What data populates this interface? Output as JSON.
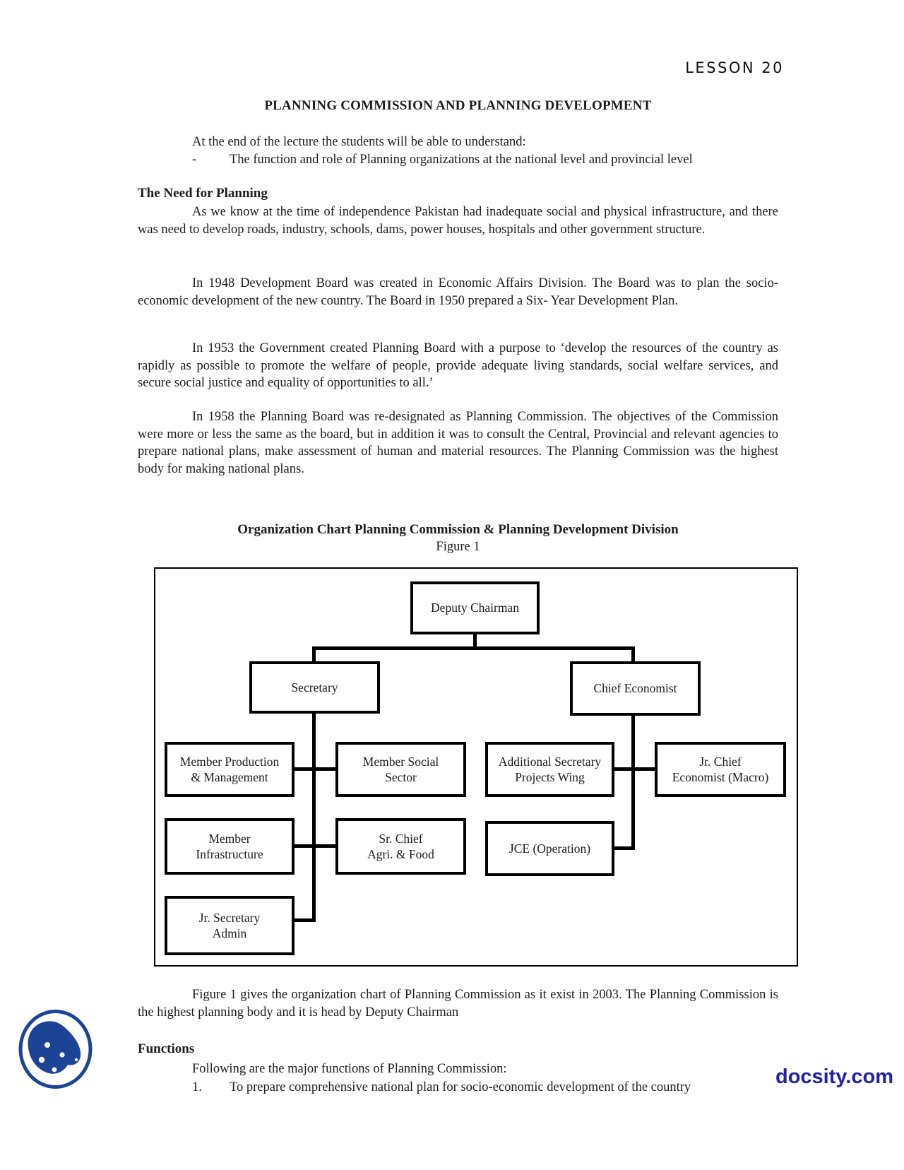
{
  "page": {
    "lesson_label": "LESSON 20",
    "title": "PLANNING COMMISSION AND PLANNING DEVELOPMENT"
  },
  "objectives": {
    "intro": "At the end of the lecture the students will be able to understand:",
    "bullet_marker": "-",
    "bullet_text": "The function and role of Planning organizations at the national level and provincial level"
  },
  "need_section": {
    "heading": "The Need for Planning",
    "para1": "As we know at the time of independence Pakistan had inadequate social and physical infrastructure, and there was need to develop roads, industry, schools, dams, power houses, hospitals and other government structure.",
    "para2": "In 1948 Development Board was created in Economic Affairs Division. The Board was to plan the socio-economic development of the new country. The Board in 1950 prepared a Six- Year Development Plan.",
    "para3": "In 1953 the Government created Planning Board with a purpose to ‘develop the resources of the country as rapidly as possible to promote the welfare of people, provide adequate living standards, social welfare services, and secure social justice and equality of opportunities to all.’",
    "para4": "In 1958 the Planning Board was re-designated as Planning Commission. The objectives of the Commission were more or less the same as the board, but in addition it was to consult the Central, Provincial and relevant agencies to prepare national plans, make assessment of human and material resources. The Planning Commission was the highest body for making national plans."
  },
  "figure": {
    "title": "Organization Chart Planning Commission & Planning Development Division",
    "label": "Figure 1",
    "nodes": {
      "deputy_chairman": "Deputy Chairman",
      "secretary": "Secretary",
      "chief_economist": "Chief Economist",
      "member_production": "Member Production\n& Management",
      "member_social": "Member Social\nSector",
      "additional_secretary": "Additional Secretary\nProjects Wing",
      "jr_chief_economist": "Jr. Chief\nEconomist (Macro)",
      "member_infrastructure": "Member\nInfrastructure",
      "sr_chief_agri": "Sr. Chief\nAgri. & Food",
      "jce_operation": "JCE (Operation)",
      "jr_secretary_admin": "Jr. Secretary\nAdmin"
    }
  },
  "closing": {
    "figure_para": "Figure 1 gives the organization chart of Planning Commission as it exist in 2003. The Planning Commission is the highest planning body and it is head by Deputy Chairman",
    "functions_heading": "Functions",
    "functions_intro": "Following are the major functions of Planning Commission:",
    "item1_number": "1.",
    "item1_text": "To prepare comprehensive national plan for socio-economic development of the country"
  },
  "watermark": {
    "text": "docsity.com",
    "color": "#2222a2"
  },
  "branding": {
    "logo": "docsity-logo",
    "logo_color": "#1c4396"
  }
}
